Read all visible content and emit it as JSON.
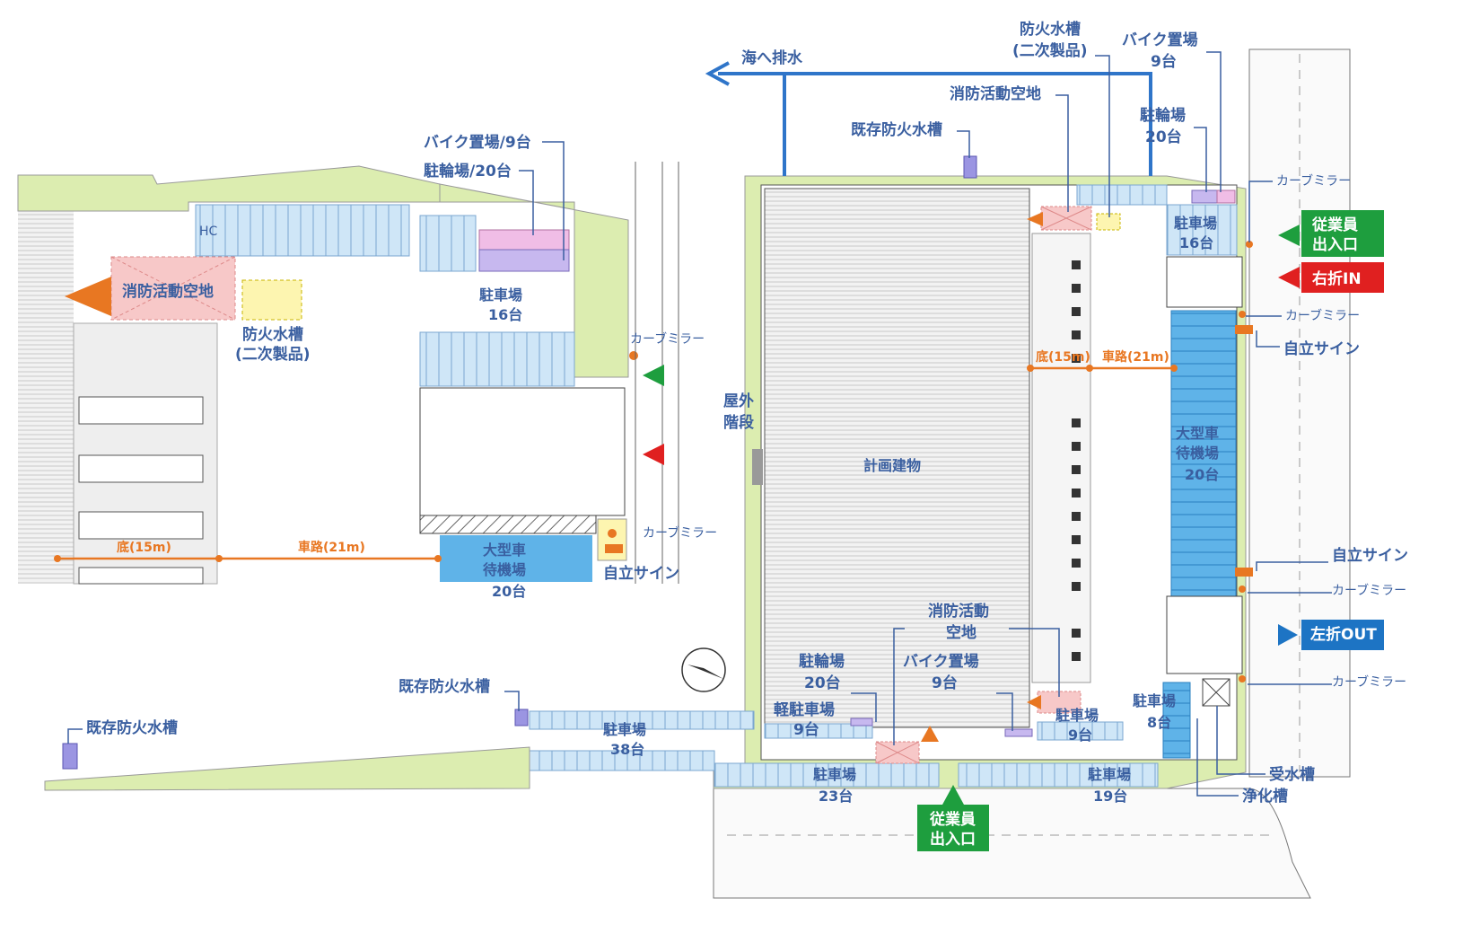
{
  "colors": {
    "green_area": "#dcedb0",
    "lightblue": "#cfe6f7",
    "blue_wait": "#5fb3e8",
    "pink": "#f7c8c8",
    "purple": "#c7b8ef",
    "magenta": "#f0bde6",
    "yellow": "#fdf5b0",
    "orange": "#e87722",
    "label": "#3a5fa0",
    "drain": "#2f75c9",
    "green_badge": "#1e9e3e",
    "red_badge": "#e02020",
    "blue_badge": "#1d74c4"
  },
  "inset": {
    "bike": "バイク置場/9台",
    "cycle": "駐輪場/20台",
    "hc": "HC",
    "fire_space": "消防活動空地",
    "tank_line1": "防火水槽",
    "tank_line2": "(二次製品)",
    "parking_line1": "駐車場",
    "parking_line2": "16台",
    "curve_mirror_1": "カーブミラー",
    "curve_mirror_2": "カーブミラー",
    "bottom_label": "底(15m)",
    "road_label": "車路(21m)",
    "wait_line1": "大型車",
    "wait_line2": "待機場",
    "wait_line3": "20台",
    "sign": "自立サイン"
  },
  "main": {
    "drain": "海へ排水",
    "tank_line1": "防火水槽",
    "tank_line2": "(二次製品)",
    "bike_line1": "バイク置場",
    "bike_line2": "9台",
    "fire_space_top": "消防活動空地",
    "existing_tank_top": "既存防火水槽",
    "cycle_line1": "駐輪場",
    "cycle_line2": "20台",
    "curve_mirror_1": "カーブミラー",
    "parking16_line1": "駐車場",
    "parking16_line2": "16台",
    "employee_line1": "従業員",
    "employee_line2": "出入口",
    "right_in": "右折IN",
    "curve_mirror_2": "カーブミラー",
    "sign_1": "自立サイン",
    "bottom_label": "底(15m)",
    "road_label": "車路(21m)",
    "stairs_line1": "屋外",
    "stairs_line2": "階段",
    "building": "計画建物",
    "wait_line1": "大型車",
    "wait_line2": "待機場",
    "wait_line3": "20台",
    "sign_2": "自立サイン",
    "curve_mirror_3": "カーブミラー",
    "left_out": "左折OUT",
    "curve_mirror_4": "カーブミラー",
    "fire_space_bot_line1": "消防活動",
    "fire_space_bot_line2": "空地",
    "cycle_bot_line1": "駐輪場",
    "cycle_bot_line2": "20台",
    "bike_bot_line1": "バイク置場",
    "bike_bot_line2": "9台",
    "kei_line1": "軽駐車場",
    "kei_line2": "9台",
    "parking9_line1": "駐車場",
    "parking9_line2": "9台",
    "parking8_line1": "駐車場",
    "parking8_line2": "8台",
    "water_tank": "受水槽",
    "septic": "浄化槽",
    "existing_tank_mid": "既存防火水槽",
    "existing_tank_left": "既存防火水槽",
    "parking38_line1": "駐車場",
    "parking38_line2": "38台",
    "parking23_line1": "駐車場",
    "parking23_line2": "23台",
    "parking19_line1": "駐車場",
    "parking19_line2": "19台",
    "employee_bot_line1": "従業員",
    "employee_bot_line2": "出入口"
  }
}
